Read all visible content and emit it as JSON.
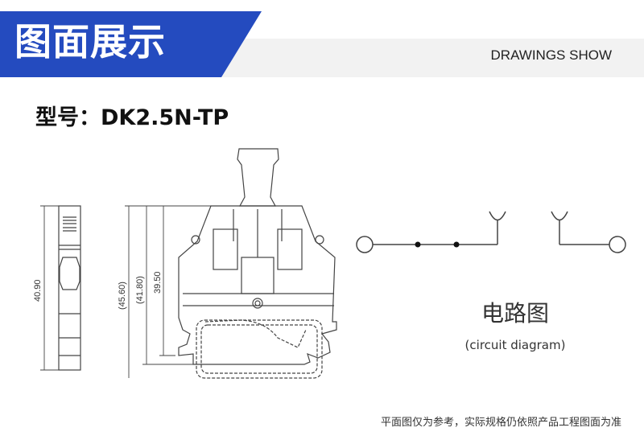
{
  "header": {
    "title_cn": "图面展示",
    "title_en": "DRAWINGS SHOW",
    "accent_color": "#244bbf",
    "bar_color": "#f2f2f2"
  },
  "model": {
    "label": "型号：DK2.5N-TP"
  },
  "drawing": {
    "dimensions": [
      "40.90",
      "(45.60)",
      "(41.80)",
      "39.50"
    ]
  },
  "circuit": {
    "title_cn": "电路图",
    "title_en": "(circuit diagram)"
  },
  "footer": {
    "note": "平面图仅为参考，实际规格仍依照产品工程图面为准"
  }
}
